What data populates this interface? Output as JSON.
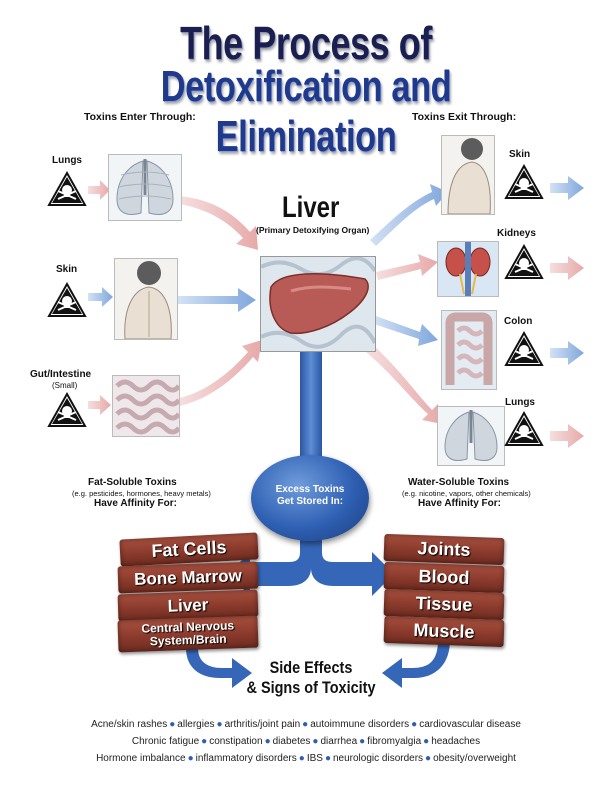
{
  "title": {
    "line1": "The Process of",
    "line2": "Detoxification and Elimination"
  },
  "enter": {
    "header": "Toxins Enter Through:",
    "lungs": "Lungs",
    "skin": "Skin",
    "gut": "Gut/Intestine",
    "gut_note": "(Small)"
  },
  "liver": {
    "title": "Liver",
    "subtitle": "(Primary Detoxifying Organ)"
  },
  "exit": {
    "header": "Toxins Exit Through:",
    "skin": "Skin",
    "kidneys": "Kidneys",
    "colon": "Colon",
    "lungs": "Lungs"
  },
  "fat_soluble": {
    "title": "Fat-Soluble Toxins",
    "examples": "(e.g. pesticides, hormones, heavy metals)",
    "affinity": "Have Affinity For:",
    "bricks": [
      "Fat Cells",
      "Bone Marrow",
      "Liver",
      "Central Nervous",
      "System/Brain"
    ]
  },
  "storage": {
    "line1": "Excess Toxins",
    "line2": "Get Stored In:"
  },
  "water_soluble": {
    "title": "Water-Soluble Toxins",
    "examples": "(e.g. nicotine, vapors, other chemicals)",
    "affinity": "Have Affinity For:",
    "bricks": [
      "Joints",
      "Blood",
      "Tissue",
      "Muscle"
    ]
  },
  "side_effects": {
    "line1": "Side Effects",
    "line2": "& Signs of Toxicity"
  },
  "effects": {
    "row1": [
      "Acne/skin rashes",
      "allergies",
      "arthritis/joint pain",
      "autoimmune disorders",
      "cardiovascular disease"
    ],
    "row2": [
      "Chronic fatigue",
      "constipation",
      "diabetes",
      "diarrhea",
      "fibromyalgia",
      "headaches"
    ],
    "row3": [
      "Hormone imbalance",
      "inflammatory disorders",
      "IBS",
      "neurologic disorders",
      "obesity/overweight"
    ]
  },
  "colors": {
    "title_dark": "#1a1f4f",
    "title_blue": "#1f3a8c",
    "arrow_blue": "#2e5fb2",
    "arrow_pink": "#e8b4b4",
    "brick": "#8a3a2c"
  },
  "icons": [
    "hazard-skull-icon",
    "lungs-photo",
    "back-photo",
    "intestine-photo",
    "liver-photo",
    "kidneys-photo",
    "colon-photo"
  ]
}
